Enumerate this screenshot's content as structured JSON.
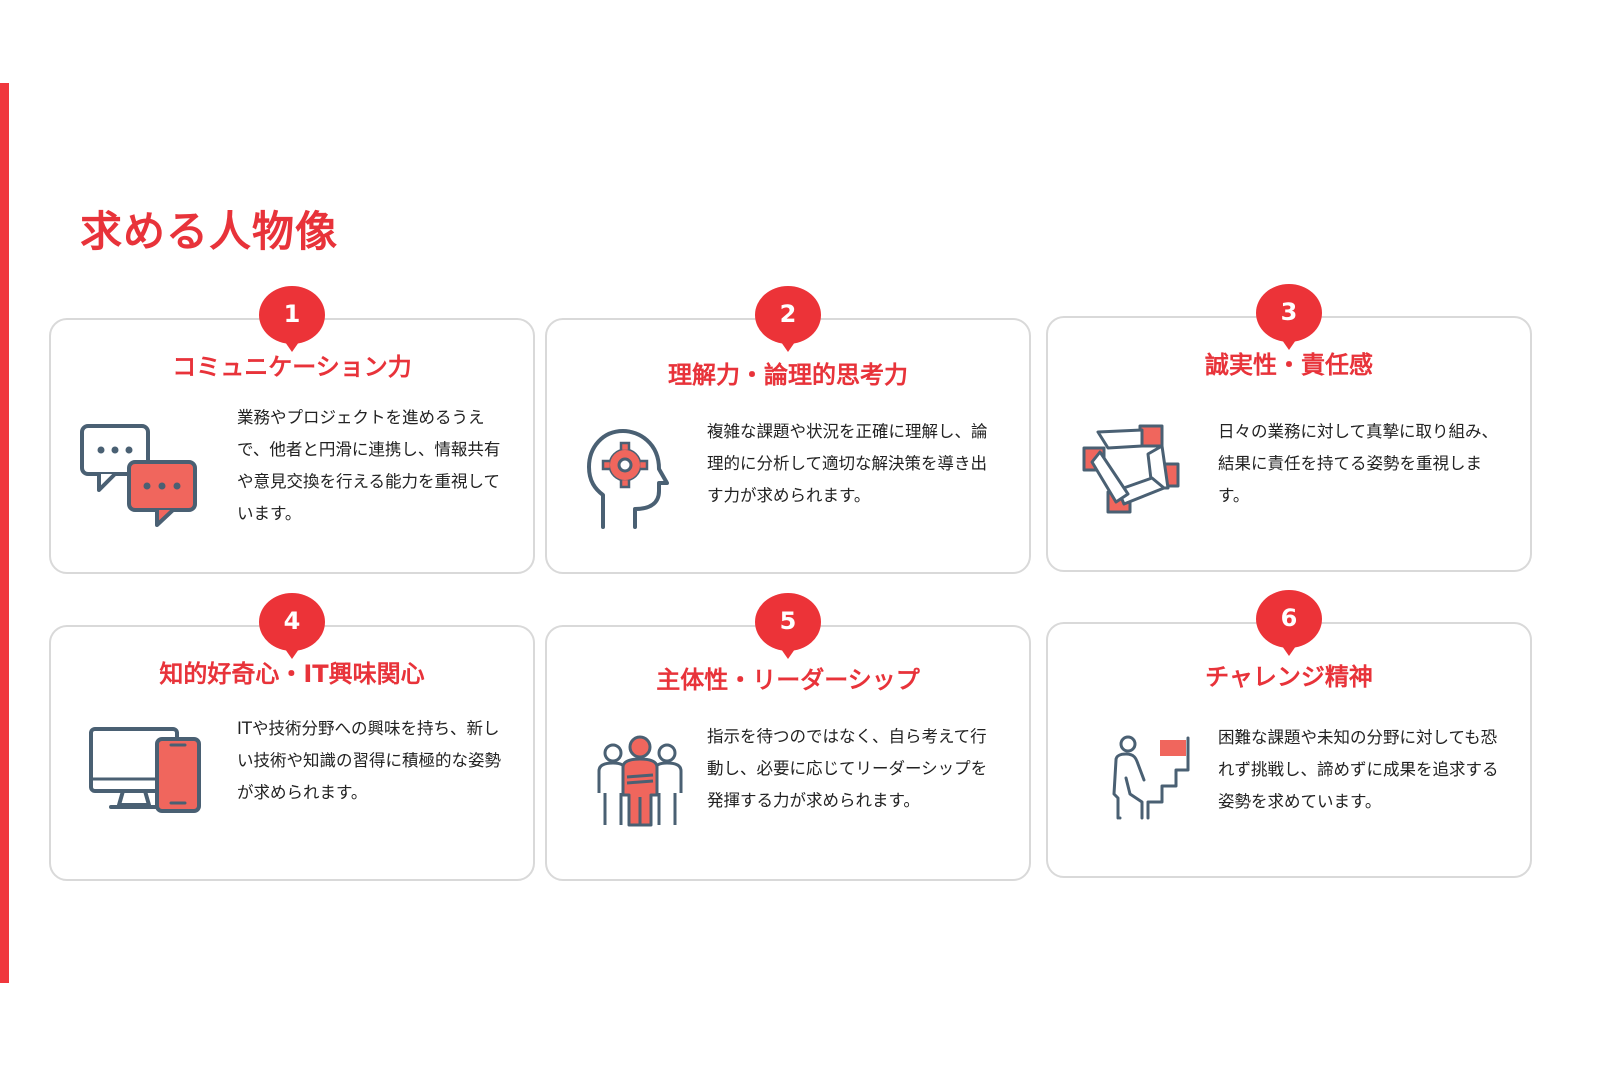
{
  "page": {
    "title": "求める人物像",
    "accent_color": "#ec3338",
    "icon_stroke_color": "#4a6073"
  },
  "cards": [
    {
      "number": "1",
      "title": "コミュニケーション力",
      "description": "業務やプロジェクトを進めるうえで、他者と円滑に連携し、情報共有や意見交換を行える能力を重視しています。",
      "icon": "chat-bubbles-icon"
    },
    {
      "number": "2",
      "title": "理解力・論理的思考力",
      "description": "複雑な課題や状況を正確に理解し、論理的に分析して適切な解決策を導き出す力が求められます。",
      "icon": "head-gear-icon"
    },
    {
      "number": "3",
      "title": "誠実性・責任感",
      "description": "日々の業務に対して真摯に取り組み、結果に責任を持てる姿勢を重視します。",
      "icon": "joined-hands-icon"
    },
    {
      "number": "4",
      "title": "知的好奇心・IT興味関心",
      "description": "ITや技術分野への興味を持ち、新しい技術や知識の習得に積極的な姿勢が求められます。",
      "icon": "monitor-phone-icon"
    },
    {
      "number": "5",
      "title": "主体性・リーダーシップ",
      "description": "指示を待つのではなく、自ら考えて行動し、必要に応じてリーダーシップを発揮する力が求められます。",
      "icon": "team-leader-icon"
    },
    {
      "number": "6",
      "title": "チャレンジ精神",
      "description": "困難な課題や未知の分野に対しても恐れず挑戦し、諦めずに成果を追求する姿勢を求めています。",
      "icon": "climb-stairs-flag-icon"
    }
  ]
}
